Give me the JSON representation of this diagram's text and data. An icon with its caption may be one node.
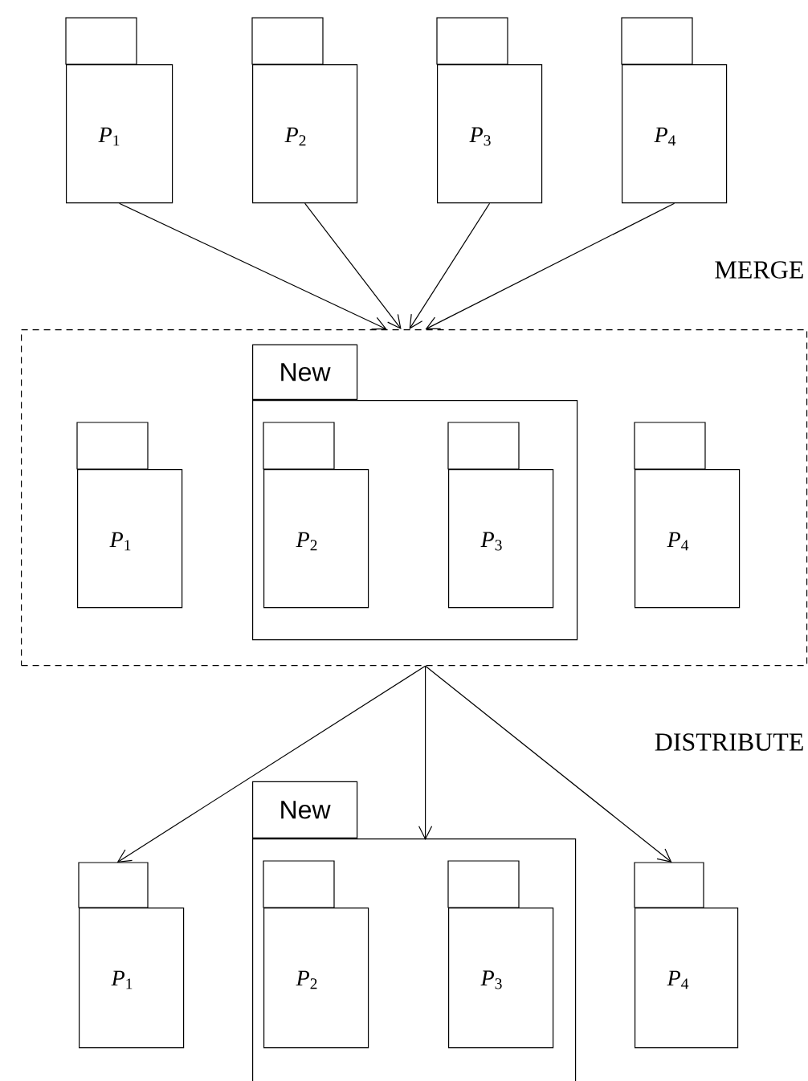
{
  "diagram": {
    "nodes": [
      {
        "text": [
          "*P*$_{1}$"
        ]
      },
      {
        "text": [
          "*P*$_{2}$"
        ]
      },
      {
        "text": [
          "*P*$_{3}$"
        ]
      },
      {
        "text": [
          "*P*$_{4}$"
        ]
      },
      {
        "text": [],
        "shape": "box"
      },
      {
        "text": [
          "*P*$_{1}$"
        ],
        "in": 4
      },
      {
        "text": [
          "New"
        ],
        "in": 4
      },
      {
        "text": [
          "*P*$_{2}$"
        ],
        "in": 6
      },
      {
        "text": [
          "*P*$_{3}$"
        ],
        "in": 6
      },
      {
        "text": [
          "*P*$_{4}$"
        ],
        "in": 4
      },
      {
        "text": [
          "*P*$_{1}$"
        ]
      },
      {
        "text": [
          "New"
        ]
      },
      {
        "text": [
          "*P*$_{2}$"
        ],
        "in": 11
      },
      {
        "text": [
          "*P*$_{3}$"
        ],
        "in": 11
      },
      {
        "text": [
          "*P*$_{4}$"
        ]
      }
    ],
    "edges": [
      {
        "from": 0,
        "to": 4,
        "arrow": "to"
      },
      {
        "from": 1,
        "to": 4,
        "arrow": "to"
      },
      {
        "from": 2,
        "to": 4,
        "arrow": "to"
      },
      {
        "from": 3,
        "to": 4,
        "arrow": "to"
      },
      {
        "from": 4,
        "to": 10,
        "arrow": "to"
      },
      {
        "from": 4,
        "to": 11,
        "arrow": "to"
      },
      {
        "from": 4,
        "to": 14,
        "arrow": "to"
      }
    ],
    "labels": [
      "MERGE",
      "DISTRIBUTE"
    ]
  }
}
